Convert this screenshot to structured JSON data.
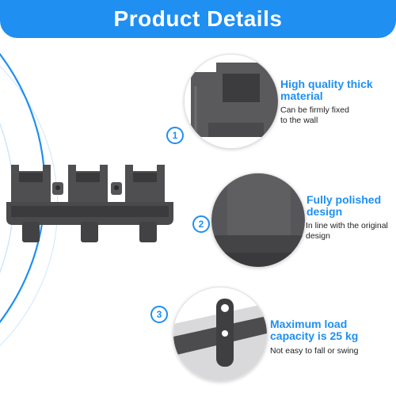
{
  "header": {
    "title": "Product Details",
    "background": "#1f8ff2"
  },
  "features": [
    {
      "number": "1",
      "title_line1": "High quality thick",
      "title_line2": "material",
      "desc_line1": "Can be firmly fixed",
      "desc_line2": "to the wall"
    },
    {
      "number": "2",
      "title_line1": "Fully polished",
      "title_line2": "design",
      "desc_line1": "In line with the original",
      "desc_line2": "design"
    },
    {
      "number": "3",
      "title_line1": "Maximum load",
      "title_line2": "capacity is 25 kg",
      "desc_line1": "Not easy to fall or swing",
      "desc_line2": ""
    }
  ],
  "colors": {
    "accent": "#1f8ff2",
    "product": "#4a4a4c"
  }
}
